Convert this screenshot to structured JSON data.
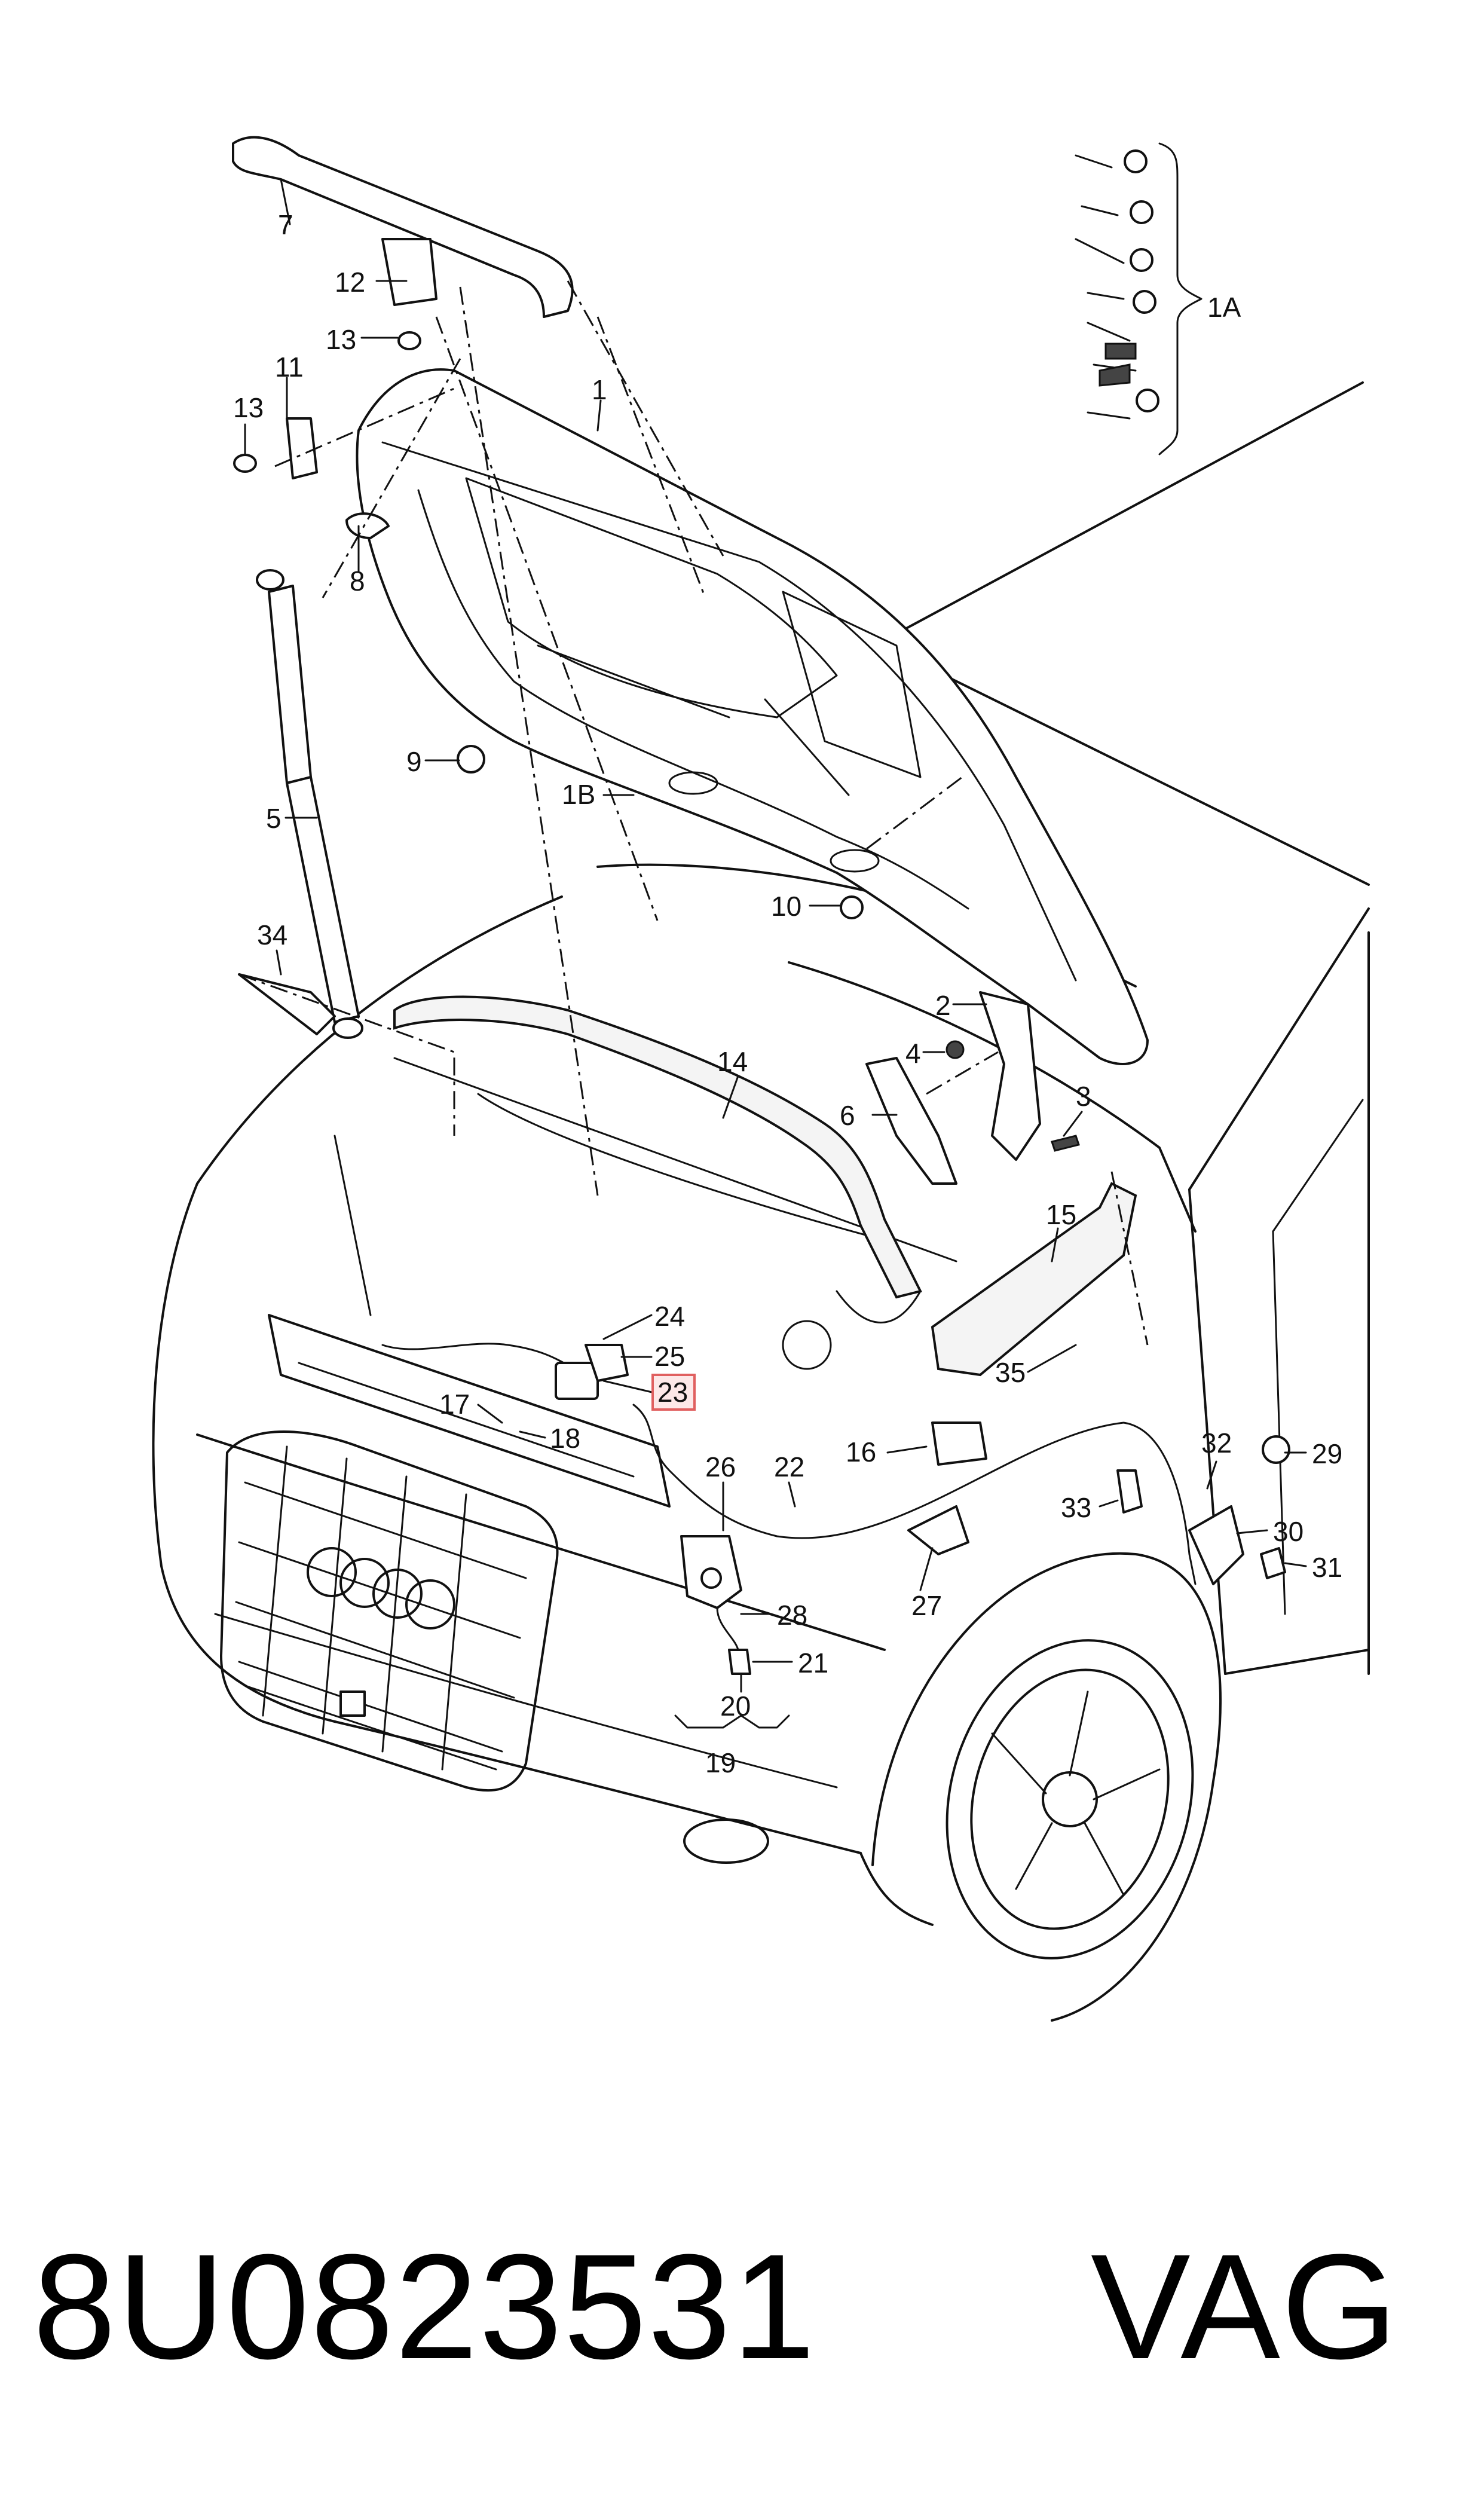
{
  "callouts": [
    {
      "id": "c7",
      "text": "7"
    },
    {
      "id": "c12",
      "text": "12"
    },
    {
      "id": "c13a",
      "text": "13"
    },
    {
      "id": "c11",
      "text": "11"
    },
    {
      "id": "c13b",
      "text": "13"
    },
    {
      "id": "c1",
      "text": "1"
    },
    {
      "id": "c1A",
      "text": "1A"
    },
    {
      "id": "c8",
      "text": "8"
    },
    {
      "id": "c9",
      "text": "9"
    },
    {
      "id": "c1B",
      "text": "1B"
    },
    {
      "id": "c5",
      "text": "5"
    },
    {
      "id": "c10",
      "text": "10"
    },
    {
      "id": "c34",
      "text": "34"
    },
    {
      "id": "c2",
      "text": "2"
    },
    {
      "id": "c4",
      "text": "4"
    },
    {
      "id": "c14",
      "text": "14"
    },
    {
      "id": "c6",
      "text": "6"
    },
    {
      "id": "c3",
      "text": "3"
    },
    {
      "id": "c15",
      "text": "15"
    },
    {
      "id": "c24",
      "text": "24"
    },
    {
      "id": "c25",
      "text": "25"
    },
    {
      "id": "c23",
      "text": "23"
    },
    {
      "id": "c35",
      "text": "35"
    },
    {
      "id": "c17",
      "text": "17"
    },
    {
      "id": "c18",
      "text": "18"
    },
    {
      "id": "c26",
      "text": "26"
    },
    {
      "id": "c22",
      "text": "22"
    },
    {
      "id": "c16",
      "text": "16"
    },
    {
      "id": "c32",
      "text": "32"
    },
    {
      "id": "c29",
      "text": "29"
    },
    {
      "id": "c33",
      "text": "33"
    },
    {
      "id": "c30",
      "text": "30"
    },
    {
      "id": "c31",
      "text": "31"
    },
    {
      "id": "c27",
      "text": "27"
    },
    {
      "id": "c28",
      "text": "28"
    },
    {
      "id": "c21",
      "text": "21"
    },
    {
      "id": "c20",
      "text": "20"
    },
    {
      "id": "c19",
      "text": "19"
    }
  ],
  "highlight": {
    "callout": "c23",
    "color": "#e06060",
    "fill": "#fde8e8"
  },
  "part_number": "8U0823531",
  "brand": "VAG"
}
